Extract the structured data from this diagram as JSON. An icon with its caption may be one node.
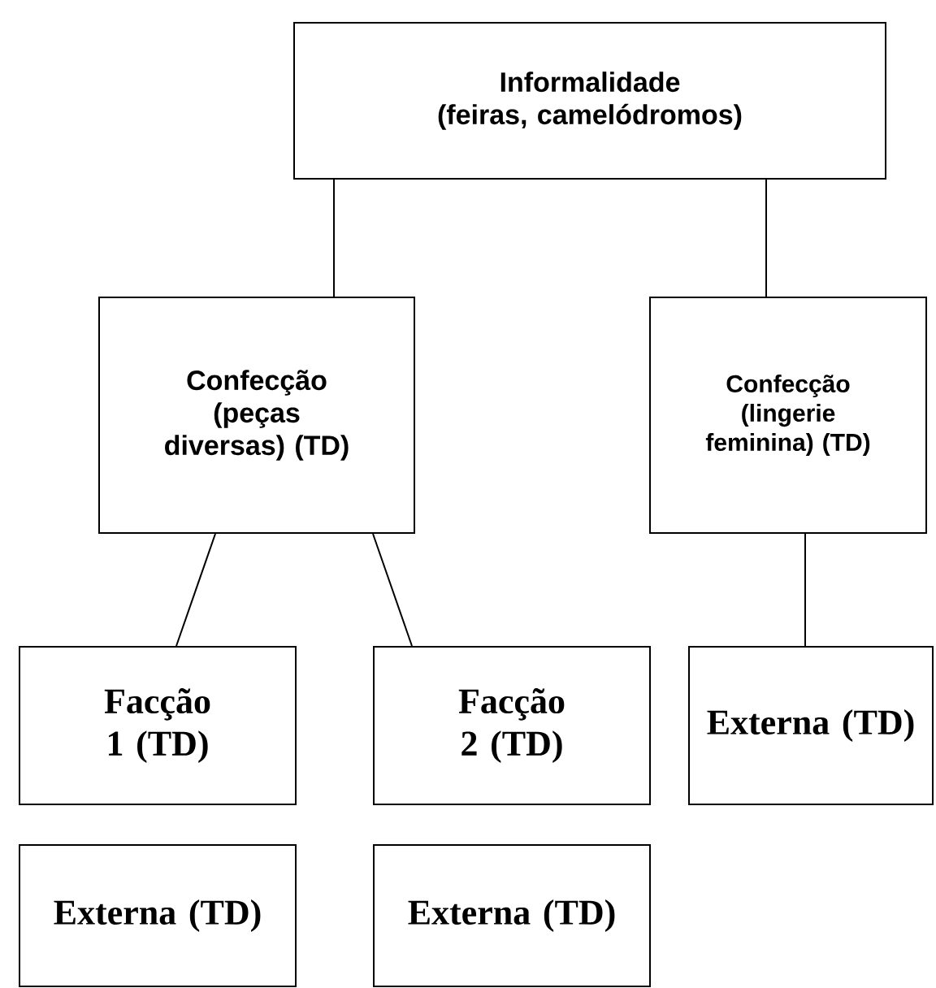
{
  "diagram": {
    "nodes": [
      {
        "text": [
          "Informalidade",
          "(feiras, camelódromos)"
        ]
      },
      {
        "text": [
          "Confecção (peças diversas) (TD)"
        ]
      },
      {
        "text": [
          "Confecção (lingerie feminina) (TD)"
        ]
      },
      {
        "text": [
          "Facção 1 (TD)"
        ]
      },
      {
        "text": [
          "Facção 2 (TD)"
        ]
      },
      {
        "text": [
          "Externa (TD)"
        ]
      },
      {
        "text": [
          "Externa (TD)"
        ]
      },
      {
        "text": [
          "Externa (TD)"
        ]
      }
    ],
    "edges": [
      {
        "from": 0,
        "to": 1,
        "arrow": "none"
      },
      {
        "from": 0,
        "to": 2,
        "arrow": "none"
      },
      {
        "from": 1,
        "to": 3,
        "arrow": "none"
      },
      {
        "from": 1,
        "to": 4,
        "arrow": "none"
      },
      {
        "from": 2,
        "to": 5,
        "arrow": "none"
      }
    ]
  }
}
